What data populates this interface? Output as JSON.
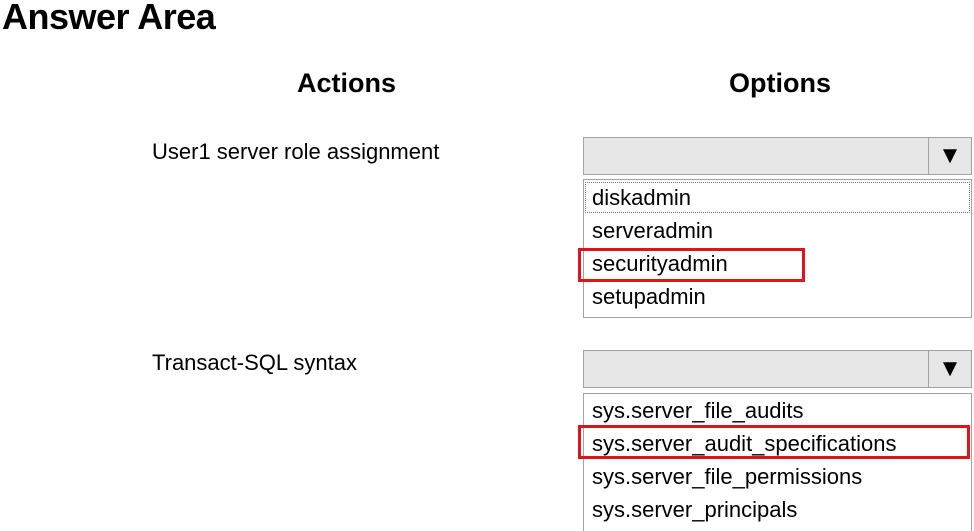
{
  "title": "Answer Area",
  "headers": {
    "actions": "Actions",
    "options": "Options"
  },
  "rows": [
    {
      "action": "User1 server role assignment",
      "dropdown_selected": "",
      "options": [
        "diskadmin",
        "serveradmin",
        "securityadmin",
        "setupadmin"
      ],
      "highlighted_option": "securityadmin"
    },
    {
      "action": "Transact-SQL syntax",
      "dropdown_selected": "",
      "options": [
        "sys.server_file_audits",
        "sys.server_audit_specifications",
        "sys.server_file_permissions",
        "sys.server_principals"
      ],
      "highlighted_option": "sys.server_audit_specifications"
    }
  ],
  "icons": {
    "dropdown": "triangle-down-icon"
  },
  "colors": {
    "highlight": "#e0141c",
    "dropdown_bg": "#e6e6e6"
  }
}
